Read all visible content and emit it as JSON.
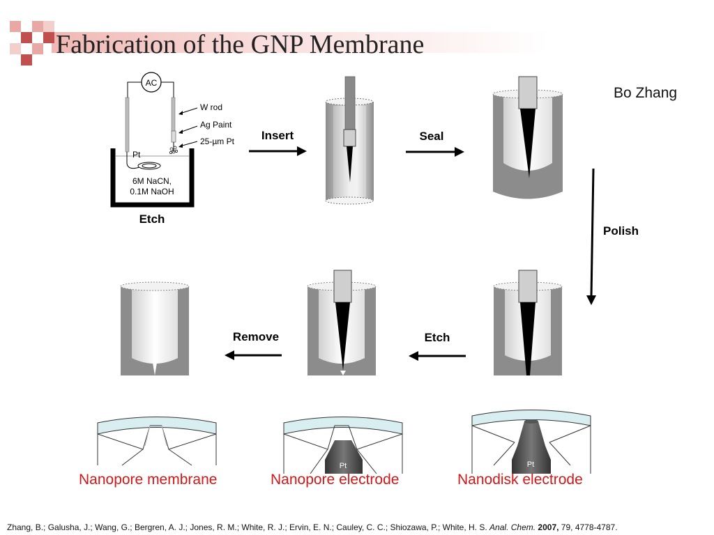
{
  "slide": {
    "title": "Fabrication of the GNP Membrane",
    "author": "Bo Zhang"
  },
  "diagram": {
    "etch_setup": {
      "ac_label": "AC",
      "w_rod": "W rod",
      "ag_paint": "Ag Paint",
      "pt_wire": "25-µm Pt",
      "pt_label": "Pt",
      "solution_line1": "6M NaCN,",
      "solution_line2": "0.1M NaOH",
      "caption": "Etch"
    },
    "steps": {
      "insert": "Insert",
      "seal": "Seal",
      "polish": "Polish",
      "etch": "Etch",
      "remove": "Remove"
    },
    "detail_pt_label": "Pt",
    "captions": [
      "Nanopore membrane",
      "Nanopore electrode",
      "Nanodisk electrode"
    ]
  },
  "reference": {
    "authors": "Zhang, B.; Galusha, J.; Wang, G.; Bergren, A. J.; Jones, R. M.; White, R. J.; Ervin, E. N.; Cauley, C. C.; Shiozawa, P.; White, H. S.",
    "journal": "Anal. Chem.",
    "year": "2007,",
    "details": "79, 4778-4787."
  },
  "colors": {
    "accent": "#d01818",
    "title_band": "#f0b8b4",
    "square_dark": "#c0504d",
    "square_light": "#e8a8a4"
  }
}
